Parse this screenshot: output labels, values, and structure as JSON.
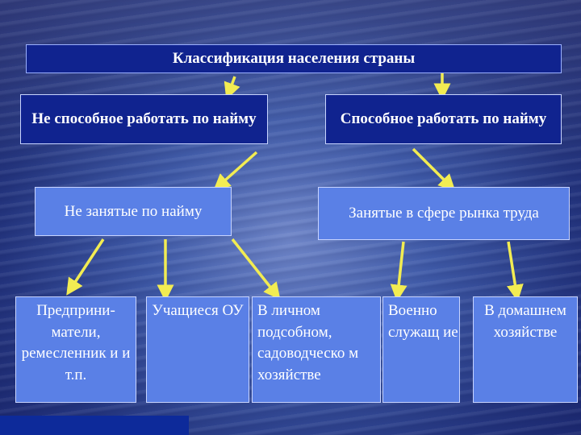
{
  "title": "Классификация населения страны",
  "level1": {
    "not_able": "Не способное работать по найму",
    "able": "Способное работать по найму"
  },
  "level2": {
    "not_employed": "Не занятые по найму",
    "employed": "Занятые в сфере рынка труда"
  },
  "leaves": {
    "entrepreneurs": "Предприни-\nматели, ремесленник и и т.п.",
    "students": "Учащиеся ОУ",
    "personal_farm": "В личном подсобном, садоводческо м хозяйстве",
    "military": "Военно служащ ие",
    "household": "В домашнем хозяйстве"
  },
  "colors": {
    "arrow": "#f2ec52",
    "dark_box": "#10238f",
    "light_box": "#5a80e6"
  }
}
